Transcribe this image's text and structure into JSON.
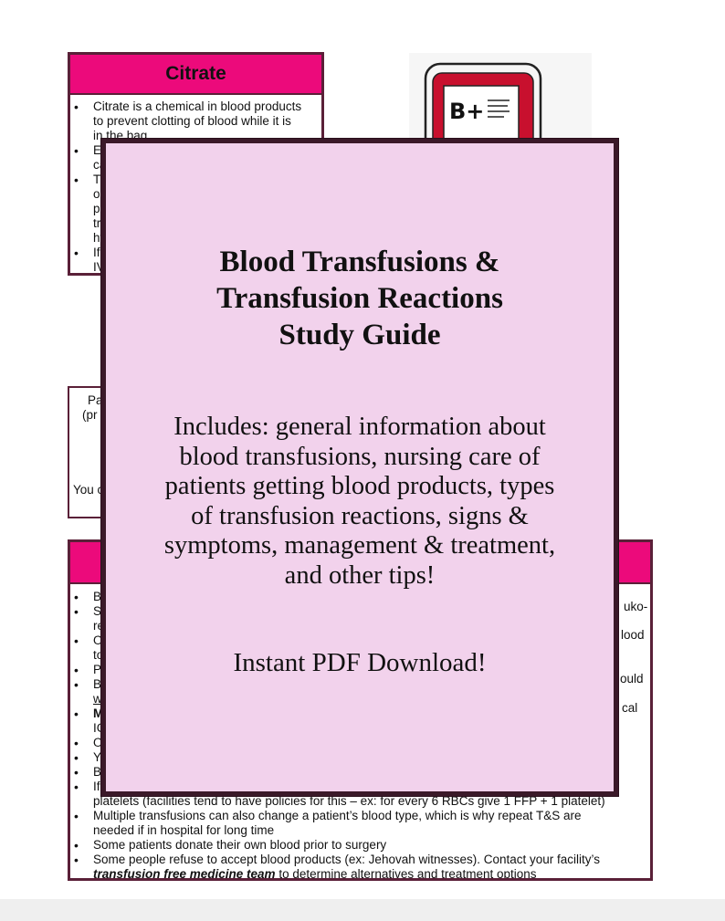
{
  "citrate_card": {
    "header": "Citrate",
    "items": [
      [
        "Citrate is a chemical in blood products",
        "to prevent clotting of blood while it is",
        "in the bag"
      ],
      [
        "Ex",
        "ca"
      ],
      [
        "Th",
        "or",
        "pa",
        "tr",
        "hy"
      ],
      [
        "If",
        "IV"
      ]
    ]
  },
  "middle_card": {
    "lines": [
      "Pa",
      "(pr",
      "You c"
    ]
  },
  "bottom_card": {
    "items": [
      [
        "Bl"
      ],
      [
        "So",
        "re"
      ],
      [
        "O",
        "to"
      ],
      [
        "Pa"
      ],
      [
        "Bl",
        "w"
      ],
      [
        "M",
        "IC"
      ],
      [
        "O"
      ],
      [
        "Yo"
      ],
      [
        "Bl"
      ],
      [
        "If",
        "platelets (facilities tend to have policies for this – ex: for every 6 RBCs give 1 FFP + 1 platelet)"
      ],
      [
        "Multiple transfusions can also change a patient’s blood type, which is why repeat T&S are",
        "needed if in hospital for long time"
      ],
      [
        "Some patients donate their own blood prior to surgery"
      ],
      [
        "Some people refuse to accept blood products (ex: Jehovah witnesses). Contact your facility’s",
        "to determine alternatives and treatment options"
      ]
    ],
    "emphasis": "transfusion free medicine team",
    "right_fragments": [
      "uko-",
      "lood",
      "ould",
      "cal"
    ]
  },
  "blood_bag": {
    "label": "B+",
    "icon": "blood-bag-icon"
  },
  "cover": {
    "title_lines": [
      "Blood Transfusions &",
      "Transfusion Reactions",
      "Study Guide"
    ],
    "description_lines": [
      "Includes: general information about",
      "blood transfusions, nursing care of",
      "patients getting blood products, types",
      "of transfusion reactions, signs &",
      "symptoms, management & treatment,",
      "and other tips!"
    ],
    "cta": "Instant PDF Download!"
  },
  "colors": {
    "header_pink": "#ec0a7b",
    "border_maroon": "#5a2038",
    "cover_bg": "#f2d2ec",
    "cover_border": "#3b1929",
    "blood_red": "#c8102e"
  }
}
